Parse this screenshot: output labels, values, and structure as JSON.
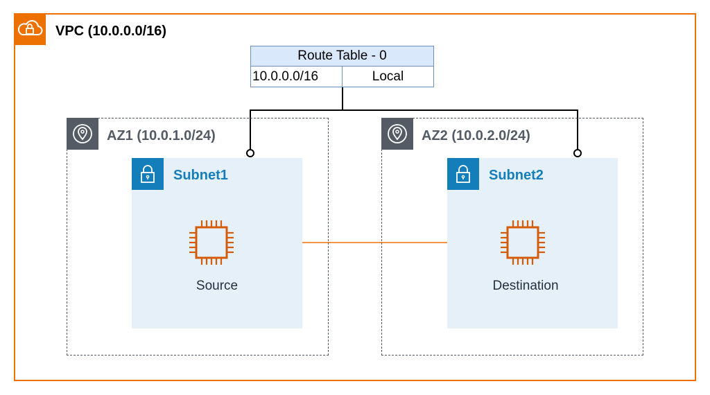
{
  "vpc": {
    "label": "VPC (10.0.0.0/16)",
    "icon": "vpc-cloud-lock-icon",
    "color": "#ED7100"
  },
  "route_table": {
    "title": "Route Table - 0",
    "routes": [
      {
        "destination": "10.0.0.0/16",
        "target": "Local"
      }
    ],
    "fill": "#DAE8FC",
    "border": "#6C8EBF"
  },
  "availability_zones": [
    {
      "label": "AZ1 (10.0.1.0/24)",
      "icon": "location-pin-icon",
      "subnet": {
        "label": "Subnet1",
        "icon": "padlock-icon",
        "instance": {
          "label": "Source",
          "icon": "ec2-chip-icon"
        }
      }
    },
    {
      "label": "AZ2 (10.0.2.0/24)",
      "icon": "location-pin-icon",
      "subnet": {
        "label": "Subnet2",
        "icon": "padlock-icon",
        "instance": {
          "label": "Destination",
          "icon": "ec2-chip-icon"
        }
      }
    }
  ],
  "colors": {
    "az": "#545B64",
    "subnet_fill": "#E6F0F8",
    "subnet_accent": "#147EBA",
    "instance": "#D45B07"
  }
}
